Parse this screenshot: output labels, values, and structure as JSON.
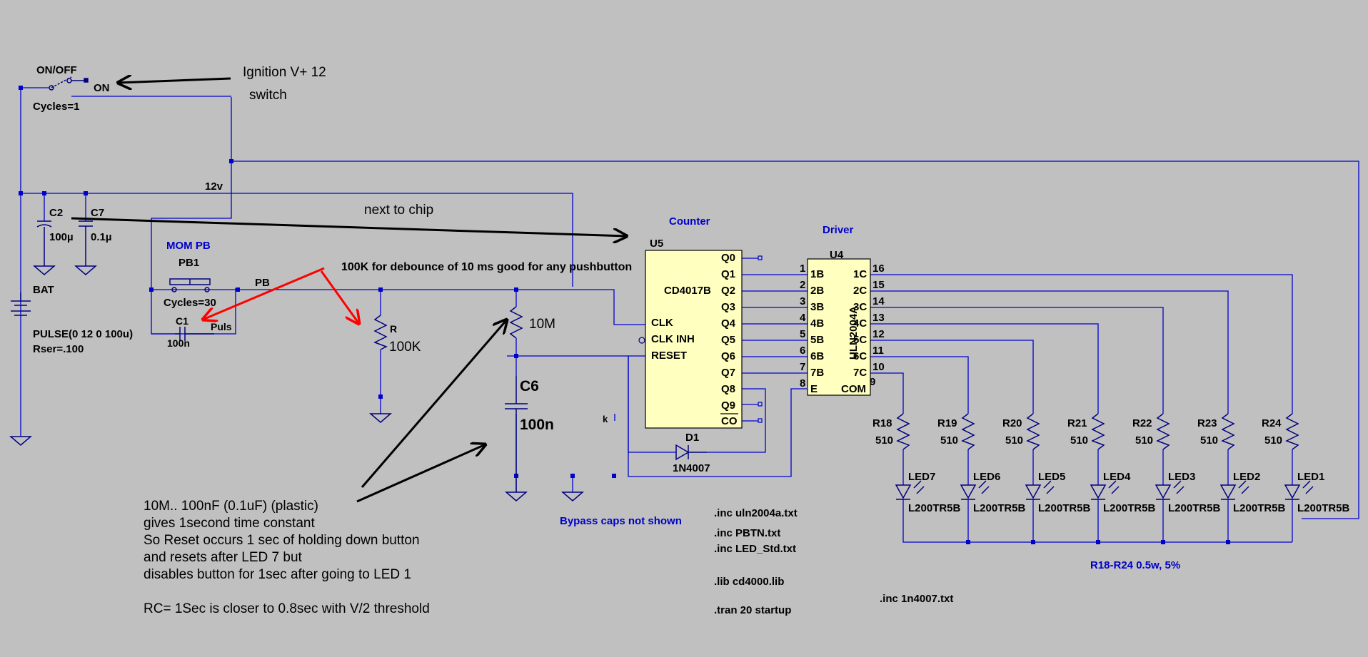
{
  "switch": {
    "name": "ON/OFF",
    "on_label": "ON",
    "cycles": "Cycles=1"
  },
  "ignition": {
    "line1": "Ignition V+ 12",
    "line2": "switch"
  },
  "supply": {
    "net_label": "12v"
  },
  "caps": {
    "c2_name": "C2",
    "c2_value": "100µ",
    "c7_name": "C7",
    "c7_value": "0.1µ"
  },
  "battery": {
    "name": "BAT",
    "spec": "PULSE(0 12 0 100u)",
    "rser": "Rser=.100"
  },
  "pushbutton": {
    "title": "MOM PB",
    "name": "PB1",
    "net": "PB",
    "cycles": "Cycles=30",
    "puls": "Puls",
    "c1_name": "C1",
    "c1_value": "100n"
  },
  "notes": {
    "next_to_chip": "next to chip",
    "debounce": "100K  for debounce of 10 ms good for any pushbutton",
    "bypass": "Bypass caps not shown",
    "rc_lines": [
      "10M.. 100nF (0.1uF) (plastic)",
      "gives 1second time constant",
      "So Reset occurs 1 sec of holding down button",
      "and resets after LED 7 but",
      "disables button for 1sec after going to LED 1"
    ],
    "rc_threshold": "RC= 1Sec is closer to 0.8sec with V/2 threshold",
    "resistor_rating": "R18-R24 0.5w, 5%"
  },
  "rc": {
    "r_name": "R",
    "r_value": "100K",
    "r10m_value": "10M",
    "c6_name": "C6",
    "c6_value": "100n"
  },
  "counter": {
    "title": "Counter",
    "ref": "U5",
    "part": "CD4017B",
    "outputs": [
      "Q0",
      "Q1",
      "Q2",
      "Q3",
      "Q4",
      "Q5",
      "Q6",
      "Q7",
      "Q8",
      "Q9",
      "CO"
    ],
    "inputs": [
      "CLK",
      "CLK INH",
      "RESET"
    ]
  },
  "driver": {
    "title": "Driver",
    "ref": "U4",
    "part": "ULN2004A",
    "in_pins": [
      "1",
      "2",
      "3",
      "4",
      "5",
      "6",
      "7",
      "8"
    ],
    "in_labels": [
      "1B",
      "2B",
      "3B",
      "4B",
      "5B",
      "6B",
      "7B",
      "E"
    ],
    "out_pins": [
      "16",
      "15",
      "14",
      "13",
      "12",
      "11",
      "10",
      "9"
    ],
    "out_labels": [
      "1C",
      "2C",
      "3C",
      "4C",
      "5C",
      "6C",
      "7C",
      "COM"
    ]
  },
  "diode": {
    "name": "D1",
    "part": "1N4007"
  },
  "resistors": {
    "names": [
      "R18",
      "R19",
      "R20",
      "R21",
      "R22",
      "R23",
      "R24"
    ],
    "value": "510"
  },
  "leds": {
    "names": [
      "LED7",
      "LED6",
      "LED5",
      "LED4",
      "LED3",
      "LED2",
      "LED1"
    ],
    "part": "L200TR5B"
  },
  "directives": [
    ".inc uln2004a.txt",
    ".inc PBTN.txt",
    ".inc LED_Std.txt",
    ".lib cd4000.lib",
    ".tran 20 startup",
    ".inc 1n4007.txt"
  ],
  "misc": {
    "k": "k"
  },
  "colors": {
    "background": "#c0c0c0",
    "wire": "#0000cc",
    "component": "#000080",
    "chip_fill": "#ffffc0",
    "arrow_red": "#ff0000",
    "arrow_black": "#000000"
  }
}
